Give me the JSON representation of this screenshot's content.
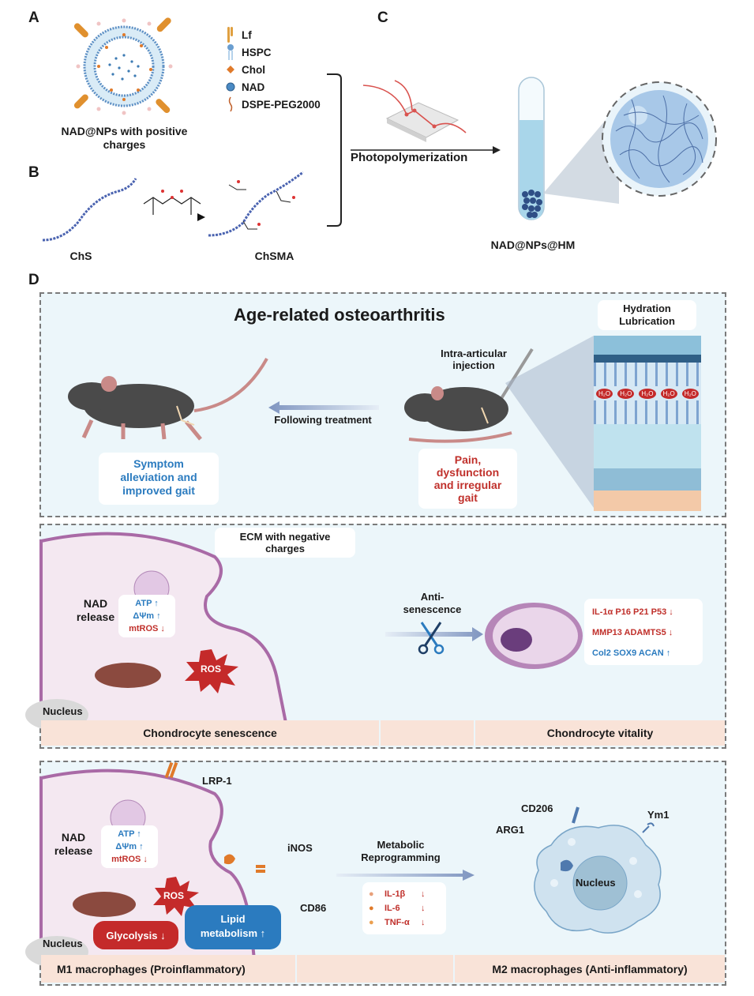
{
  "panels": {
    "A": {
      "letter": "A",
      "caption_line1": "NAD@NPs with positive",
      "caption_line2": "charges",
      "legend": [
        {
          "icon": "lactoferrin-icon",
          "label": "Lf"
        },
        {
          "icon": "phospholipid-icon",
          "label": "HSPC"
        },
        {
          "icon": "diamond-icon",
          "label": "Chol"
        },
        {
          "icon": "nad-dot-icon",
          "label": "NAD"
        },
        {
          "icon": "peg-chain-icon",
          "label": "DSPE-PEG2000"
        }
      ]
    },
    "B": {
      "letter": "B",
      "left_label": "ChS",
      "right_label": "ChSMA"
    },
    "C": {
      "letter": "C",
      "arrow_label": "Photopolymerization",
      "product_label": "NAD@NPs@HM"
    },
    "D": {
      "letter": "D",
      "top": {
        "title": "Age-related osteoarthritis",
        "arrow_label": "Following treatment",
        "injection_line1": "Intra-articular",
        "injection_line2": "injection",
        "outcome_good": [
          "Symptom",
          "alleviation and",
          "improved gait"
        ],
        "outcome_bad": [
          "Pain,",
          "dysfunction",
          "and irregular",
          "gait"
        ],
        "hydration_line1": "Hydration",
        "hydration_line2": "Lubrication",
        "water_label": "H₂O"
      },
      "middle": {
        "ecm_line1": "ECM with negative",
        "ecm_line2": "charges",
        "nad_line1": "NAD",
        "nad_line2": "release",
        "markers": [
          {
            "text": "ATP ↑",
            "color": "blue"
          },
          {
            "text": "ΔΨm ↑",
            "color": "blue"
          },
          {
            "text": "mtROS ↓",
            "color": "red"
          }
        ],
        "ros_label": "ROS",
        "nucleus_label": "Nucleus",
        "arrow_line1": "Anti-",
        "arrow_line2": "senescence",
        "gene_lines": [
          {
            "text": "IL-1α P16 P21 P53 ↓",
            "color": "red"
          },
          {
            "text": "MMP13 ADAMTS5 ↓",
            "color": "red"
          },
          {
            "text": "Col2 SOX9 ACAN ↑",
            "color": "blue"
          }
        ],
        "footer_left": "Chondrocyte senescence",
        "footer_right": "Chondrocyte vitality"
      },
      "bottom": {
        "receptor_label": "LRP-1",
        "nad_line1": "NAD",
        "nad_line2": "release",
        "markers": [
          {
            "text": "ATP ↑",
            "color": "blue"
          },
          {
            "text": "ΔΨm ↑",
            "color": "blue"
          },
          {
            "text": "mtROS ↓",
            "color": "red"
          }
        ],
        "ros_label": "ROS",
        "inos_label": "iNOS",
        "cd86_label": "CD86",
        "nucleus_label": "Nucleus",
        "glycolysis_label": "Glycolysis ↓",
        "lipid_line1": "Lipid",
        "lipid_line2": "metabolism ↑",
        "arrow_line1": "Metabolic",
        "arrow_line2": "Reprogramming",
        "cytokines": [
          {
            "name": "IL-1β",
            "arrow": "↓"
          },
          {
            "name": "IL-6",
            "arrow": "↓"
          },
          {
            "name": "TNF-α",
            "arrow": "↓"
          }
        ],
        "m2_markers": {
          "cd206": "CD206",
          "ym1": "Ym1",
          "arg1": "ARG1",
          "nucleus": "Nucleus"
        },
        "footer_left": "M1 macrophages (Proinflammatory)",
        "footer_right": "M2 macrophages (Anti-inflammatory)"
      }
    }
  },
  "colors": {
    "blue_text": "#2b7bbf",
    "red_text": "#c0302b",
    "panel_bg": "#ecf6fa",
    "footer_bg": "#f9e3d8",
    "membrane": "#a96aa6",
    "cell_fill": "#f4e8f1",
    "arrow_blue": "#7f95c0"
  }
}
